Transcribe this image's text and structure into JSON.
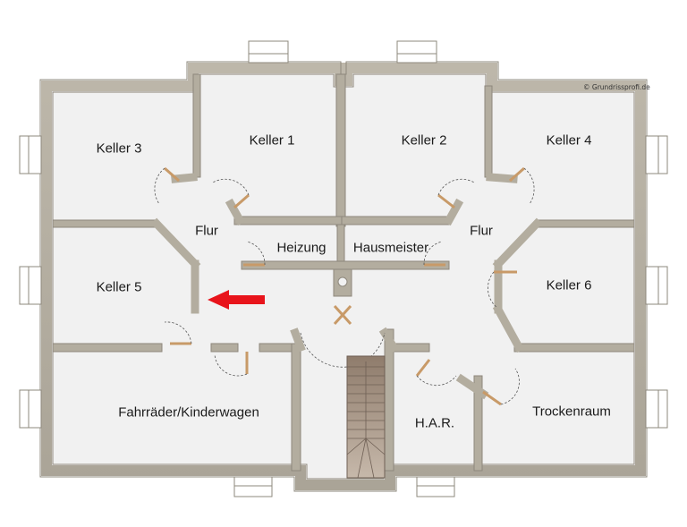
{
  "plan": {
    "copyright": "© Grundrissprofi.de",
    "rooms": {
      "keller3": "Keller 3",
      "keller1": "Keller 1",
      "keller2": "Keller 2",
      "keller4": "Keller 4",
      "flur_left": "Flur",
      "flur_right": "Flur",
      "heizung": "Heizung",
      "hausmeister": "Hausmeister",
      "keller5": "Keller 5",
      "keller6": "Keller 6",
      "fahrraeder": "Fahrräder/Kinderwagen",
      "har": "H.A.R.",
      "trockenraum": "Trockenraum"
    },
    "colors": {
      "wall": "#b3ad9f",
      "wall_edge": "#8e887c",
      "floor": "#f1f1f1",
      "door": "#c89a68",
      "arrow": "#e8141b",
      "stairs": "#b8a89a"
    },
    "marker": "red-arrow-icon"
  }
}
